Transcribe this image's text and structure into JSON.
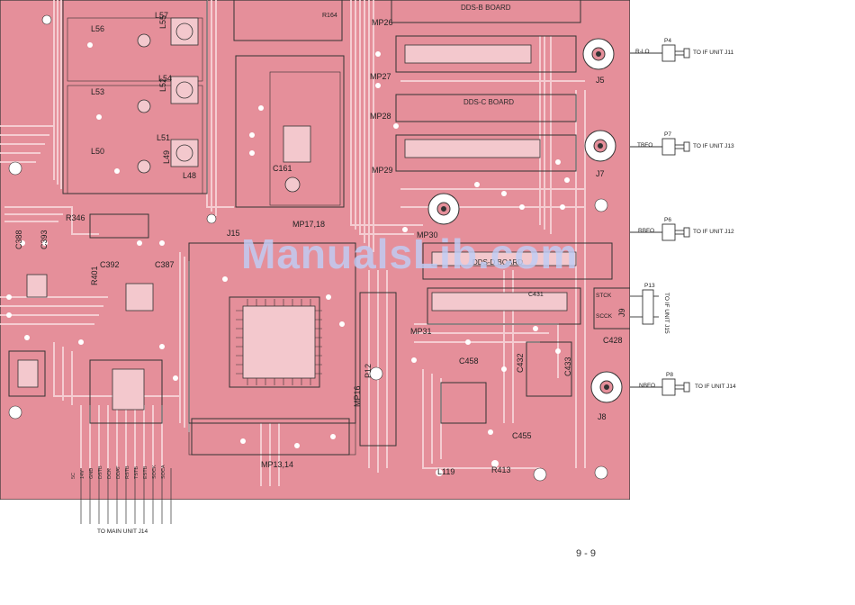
{
  "watermark": "ManualsLib.com",
  "page_number": "9 - 9",
  "colors": {
    "board": "#e58f9a",
    "trace": "#f7d3d7",
    "pad": "#ffffff",
    "ink": "#222222"
  },
  "boards": {
    "dds_b": "DDS-B BOARD",
    "dds_c": "DDS-C BOARD",
    "dds_d": "DDS-D BOARD"
  },
  "mounting_plates": {
    "mp13": "MP13,14",
    "mp16": "MP16",
    "mp17": "MP17,18",
    "mp26": "MP26",
    "mp27": "MP27",
    "mp28": "MP28",
    "mp29": "MP29",
    "mp30": "MP30",
    "mp31": "MP31"
  },
  "components": {
    "l57": "L57",
    "l56": "L56",
    "l55": "L55",
    "l54": "L54",
    "l53": "L53",
    "l52": "L52",
    "l51": "L51",
    "l50": "L50",
    "l49": "L49",
    "l48": "L48",
    "l119": "L119",
    "c388": "C388",
    "c393": "C393",
    "c392": "C392",
    "c387": "C387",
    "c161": "C161",
    "c458": "C458",
    "c432": "C432",
    "c433": "C433",
    "c428": "C428",
    "c455": "C455",
    "c431": "C431",
    "r346": "R346",
    "r401": "R401",
    "r413": "R413",
    "r164": "R164",
    "j5": "J5",
    "j7": "J7",
    "j8": "J8",
    "j9": "J9",
    "j15": "J15",
    "p12": "P12"
  },
  "signals": {
    "p4": {
      "ref": "P4",
      "signal": "R-LO",
      "dest": "TO IF UNIT J11"
    },
    "p7": {
      "ref": "P7",
      "signal": "TBFO",
      "dest": "TO IF UNIT J13"
    },
    "p6": {
      "ref": "P6",
      "signal": "RBFO",
      "dest": "TO IF UNIT J12"
    },
    "p8": {
      "ref": "P8",
      "signal": "NBFO",
      "dest": "TO IF UNIT J14"
    },
    "p13": {
      "ref": "P13",
      "pin1": "STCK",
      "pin2": "SCCK",
      "dest": "TO IF UNIT J15"
    }
  },
  "main_connector": {
    "label": "TO MAIN UNIT J14",
    "pins": [
      "5C",
      "14V",
      "GND",
      "DSTB",
      "DCK",
      "DDAT",
      "RSTB",
      "TSTB",
      "ESTB",
      "SOCK",
      "SOCA"
    ]
  }
}
